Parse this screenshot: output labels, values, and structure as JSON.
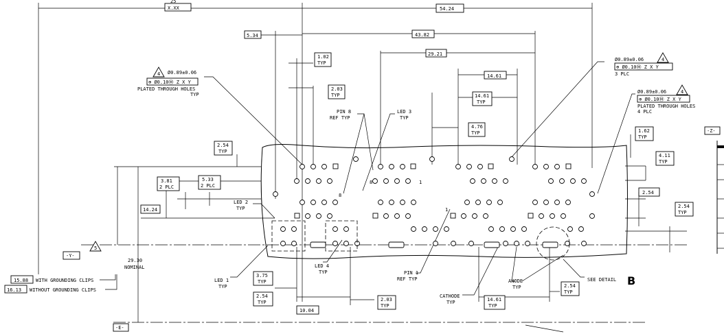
{
  "dims": {
    "top_xx_value": "X.XX",
    "top_xx_super": "25",
    "d_54_24": "54.24",
    "d_5_34": "5.34",
    "d_43_82": "43.82",
    "d_29_21": "29.21",
    "d_14_61": "14.61",
    "d_1_02": "1.02",
    "typ": "TYP",
    "d_2_03": "2.03",
    "d_14_61_typ": "14.61",
    "d_4_76": "4.76",
    "d_2_54": "2.54",
    "d_3_81": "3.81",
    "plc2": "2 PLC",
    "d_5_33": "5.33",
    "d_14_24": "14.24",
    "d_1_62": "1.62",
    "d_4_11": "4.11",
    "d_2_54_right": "2.54",
    "d_2_54_far": "2.54",
    "d_3_75": "3.75",
    "d_2_54_bl": "2.54",
    "d_10_04": "10.04",
    "d_2_03_b": "2.03",
    "d_14_61_b": "14.61",
    "d_2_54_br": "2.54",
    "d_29_30": "29.30",
    "nominal": "NOMINAL",
    "d_15_88": "15.88",
    "with_clips": "WITH GROUNDING CLIPS",
    "d_16_13": "16.13",
    "without_clips": "WITHOUT GROUNDING CLIPS"
  },
  "notes": {
    "hole_dia_left": "Ø0.89±0.06",
    "hole_dia_right1": "Ø0.89±0.06",
    "hole_dia_right2": "Ø0.89±0.06",
    "tol_value": "Ø0.10Ⓜ",
    "tol_z": "Z",
    "tol_x": "X",
    "tol_y": "Y",
    "plated_left_1": "PLATED THROUGH HOLES",
    "plated_left_2": "TYP",
    "plc3": "3 PLC",
    "plated_right_1": "PLATED THROUGH HOLES",
    "plated_right_2": "4 PLC",
    "flag_4": "4",
    "flag_5": "5",
    "pin8_1": "PIN 8",
    "pin8_2": "REF TYP",
    "led3_1": "LED 3",
    "led3_2": "TYP",
    "led2_1": "LED 2",
    "led2_2": "TYP",
    "led4_1": "LED 4",
    "led4_2": "TYP",
    "led1_1": "LED 1",
    "led1_2": "TYP",
    "pin1_1": "PIN 1",
    "pin1_2": "REF TYP",
    "cathode_1": "CATHODE",
    "cathode_2": "TYP",
    "anode_1": "ANODE",
    "anode_2": "TYP",
    "see_detail": "SEE DETAIL",
    "detail_letter": "B",
    "pin_num_8a": "8",
    "pin_num_8b": "8",
    "pin_num_1a": "1",
    "pin_num_1b": "1"
  },
  "datums": {
    "y": "-Y-",
    "e": "-E-",
    "z": "-Z-"
  }
}
